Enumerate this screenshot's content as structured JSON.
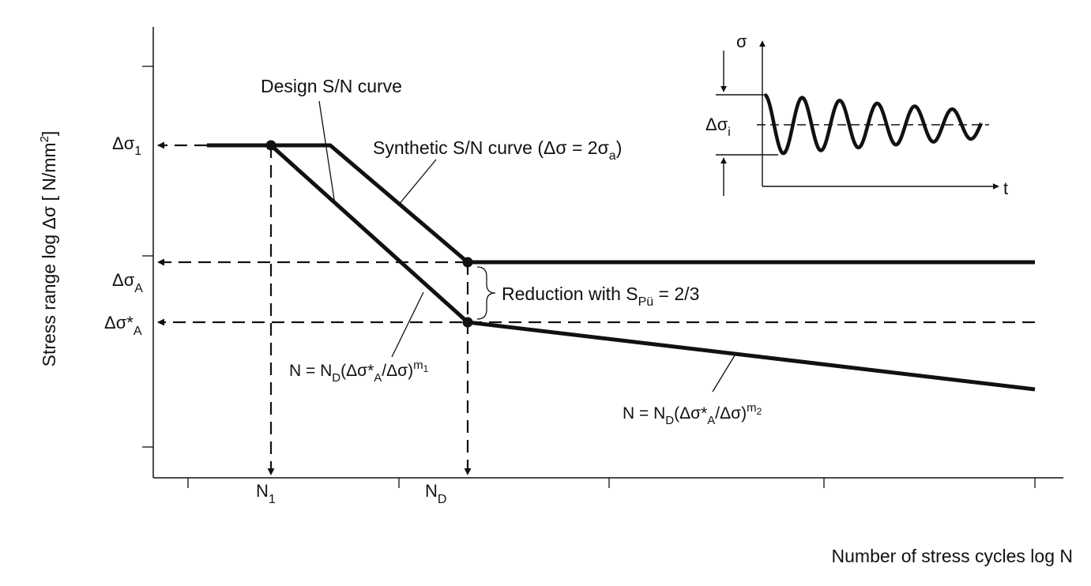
{
  "diagram": {
    "y_axis_label": "Stress range log Δσ [ N/mm",
    "y_axis_label_sup": "2",
    "y_axis_label_end": "]",
    "x_axis_label": "Number of stress cycles log N",
    "x_ticks": {
      "n1": {
        "base": "N",
        "sub": "1"
      },
      "nd": {
        "base": "N",
        "sub": "D"
      }
    },
    "y_ticks": {
      "ds1": {
        "base": "Δσ",
        "sub": "1"
      },
      "dsa": {
        "base": "Δσ",
        "sub": "A"
      },
      "dsa_star": {
        "base": "Δσ*",
        "sub": "A"
      }
    },
    "curves": {
      "design": "Design S/N curve",
      "synthetic": {
        "text": "Synthetic S/N curve (Δσ = 2σ",
        "sub": "a",
        "end": ")"
      }
    },
    "reduction": {
      "text": "Reduction with S",
      "sub": "Pü",
      "end": " = 2/3"
    },
    "formulas": {
      "m1": {
        "p1": "N = N",
        "s1": "D",
        "p2": "(Δσ*",
        "s2": "A",
        "p3": "/Δσ)",
        "sup": "m",
        "supsub": "1"
      },
      "m2": {
        "p1": "N = N",
        "s1": "D",
        "p2": "(Δσ*",
        "s2": "A",
        "p3": "/Δσ)",
        "sup": "m",
        "supsub": "2"
      }
    },
    "inset": {
      "sigma": "σ",
      "t": "t",
      "ds_base": "Δσ",
      "ds_sub": "i"
    }
  }
}
